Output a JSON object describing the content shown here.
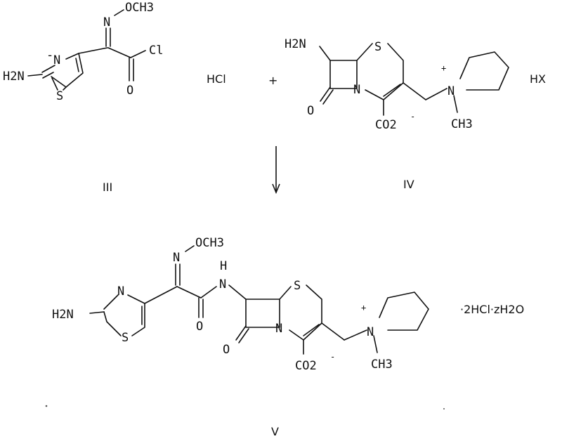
{
  "compound_III": {
    "amine_H2N": "H2N",
    "ring_N": "N",
    "ring_S": "S",
    "oxime_N": "N",
    "methoxy": "OCH3",
    "acyl_O": "O",
    "acyl_Cl": "Cl",
    "charge_mark": "-",
    "label": "III"
  },
  "reagent_salt": "HCl",
  "plus_sign": "+",
  "compound_IV": {
    "amine_H2N": "H2N",
    "ring_S": "S",
    "ring_N": "N",
    "carbonyl_O": "O",
    "carboxylate": "CO2",
    "carboxylate_charge": "-",
    "quat_N": "N",
    "quat_charge": "+",
    "n_methyl": "CH3",
    "salt": "HX",
    "label": "IV"
  },
  "compound_V": {
    "amine_H2N": "H2N",
    "ring_N": "N",
    "ring_S": "S",
    "oxime_N": "N",
    "methoxy": "OCH3",
    "amide_H": "H",
    "amide_N": "N",
    "amide_O": "O",
    "lactam_ring_N": "N",
    "thiazine_S": "S",
    "carbonyl_O": "O",
    "carboxylate": "CO2",
    "carboxylate_charge": "-",
    "quat_N": "N",
    "quat_charge": "+",
    "n_methyl": "CH3",
    "salt": "·2HCl·zH2O",
    "label": "V"
  },
  "colors": {
    "ink": "#111111",
    "background": "#ffffff"
  }
}
